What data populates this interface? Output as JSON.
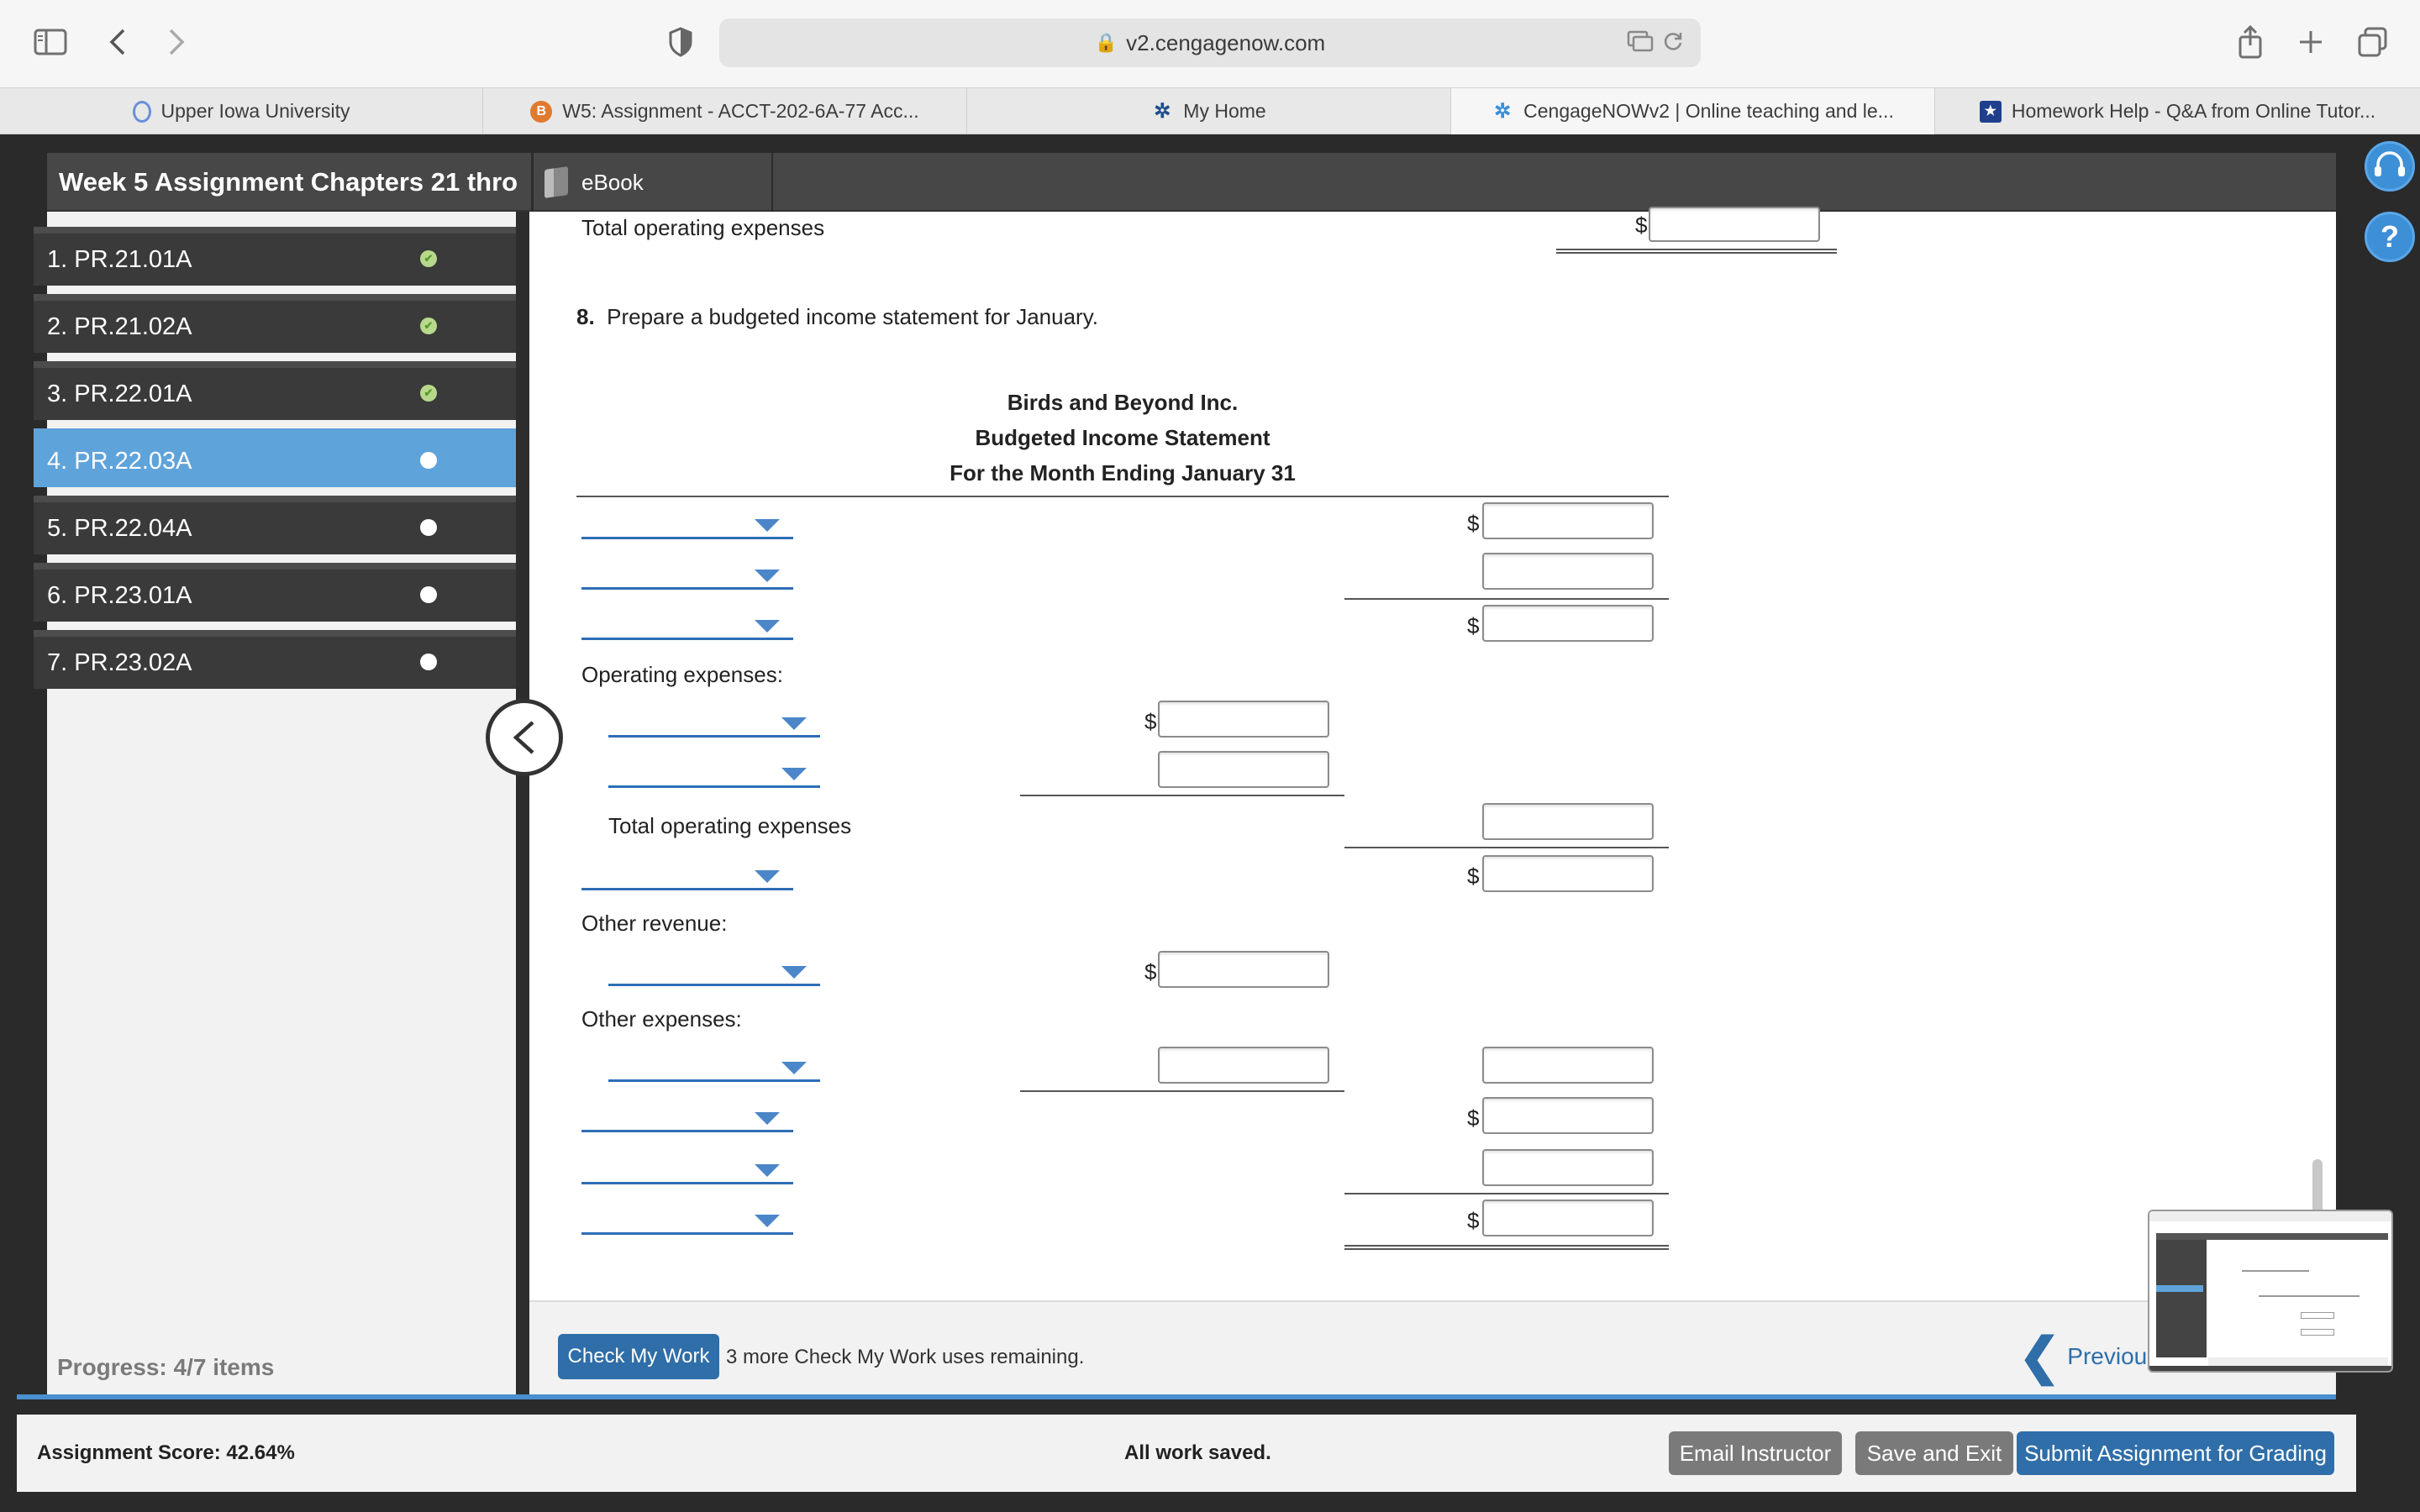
{
  "browser": {
    "url": "v2.cengagenow.com",
    "tabs": [
      {
        "label": "Upper Iowa University",
        "icon": "upper-iowa-icon"
      },
      {
        "label": "W5: Assignment - ACCT-202-6A-77 Acc...",
        "icon": "b-icon"
      },
      {
        "label": "My Home",
        "icon": "cengage-icon"
      },
      {
        "label": "CengageNOWv2 | Online teaching and le...",
        "icon": "cengage-icon"
      },
      {
        "label": "Homework Help - Q&A from Online Tutor...",
        "icon": "chegg-star-icon"
      }
    ]
  },
  "header": {
    "title": "Week 5 Assignment Chapters 21 thro",
    "ebook_label": "eBook"
  },
  "sidebar": {
    "items": [
      {
        "label": "1. PR.21.01A",
        "status": "complete"
      },
      {
        "label": "2. PR.21.02A",
        "status": "complete"
      },
      {
        "label": "3. PR.22.01A",
        "status": "partial"
      },
      {
        "label": "4. PR.22.03A",
        "status": "open"
      },
      {
        "label": "5. PR.22.04A",
        "status": "open"
      },
      {
        "label": "6. PR.23.01A",
        "status": "open"
      },
      {
        "label": "7. PR.23.02A",
        "status": "open"
      }
    ],
    "progress": "Progress:  4/7 items"
  },
  "content": {
    "top_total_label": "Total operating expenses",
    "question_number": "8.",
    "question_text": "Prepare a budgeted income statement for January.",
    "company": "Birds and Beyond Inc.",
    "statement": "Budgeted Income Statement",
    "period": "For the Month Ending January 31",
    "operating_expenses": "Operating expenses:",
    "total_operating_expenses": "Total operating expenses",
    "other_revenue": "Other revenue:",
    "other_expenses": "Other expenses:",
    "dollar": "$"
  },
  "bottom": {
    "check_label": "Check My Work",
    "check_msg": "3 more Check My Work uses remaining.",
    "previous_label": "Previous"
  },
  "footer": {
    "score": "Assignment Score: 42.64%",
    "saved": "All work saved.",
    "email": "Email Instructor",
    "save_exit": "Save and Exit",
    "submit": "Submit Assignment for Grading"
  },
  "colors": {
    "accent_blue": "#2f6ea8",
    "active_item": "#5fa3db",
    "footer_button_gray": "#7a7a7a"
  }
}
